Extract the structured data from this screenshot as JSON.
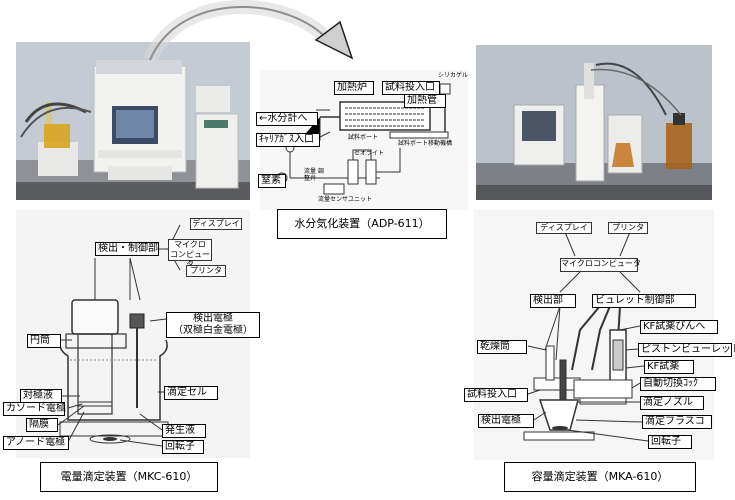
{
  "left": {
    "caption": "電量滴定装置（MKC-610）",
    "schematic": {
      "display": "ディスプレイ",
      "micro": "マイクロ コンピュータ",
      "printer": "プリンタ"
    },
    "labels": {
      "detect_control": "検出・制御部",
      "cylinder": "円筒",
      "detect_electrode": "検出電極",
      "detect_electrode_sub": "（双極白金電極）",
      "titration_cell": "滴定セル",
      "counter_solution": "対極液",
      "cathode": "カソード電極",
      "membrane": "隔膜",
      "generating_solution": "発生液",
      "anode": "アノード電極",
      "rotor": "回転子"
    }
  },
  "center": {
    "caption": "水分気化装置（ADP-611）",
    "labels": {
      "furnace": "加熱炉",
      "inlet": "試料投入口",
      "to_meter": "←水分計へ",
      "heating_tube": "加熱管",
      "carrier_inlet": "ｷｬﾘｱｶﾞｽ入口",
      "nitrogen": "窒素"
    },
    "small": {
      "silica": "シリカゲル",
      "sample_boat": "試料ボート",
      "boat_drive": "試料ボート移動機構",
      "zeolite": "ゼオライト",
      "flow_regulator": "流量 調整弁",
      "flow_sensor": "流量センサユニット"
    }
  },
  "right": {
    "caption": "容量滴定装置（MKA-610）",
    "schematic": {
      "display": "ディスプレイ",
      "printer": "プリンタ",
      "micro": "マイクロコンピュータ"
    },
    "labels": {
      "detector": "検出部",
      "burette_control": "ビュレット制御部",
      "kf_bottle": "KF試薬びんへ",
      "drying_tube": "乾燥筒",
      "piston_burette": "ピストンビューレット",
      "kf_reagent": "KF試薬",
      "auto_valve": "自動切換ｺｯｸ",
      "sample_inlet": "試料投入口",
      "nozzle": "滴定ノズル",
      "detect_electrode": "検出電極",
      "flask": "滴定フラスコ",
      "rotor": "回転子"
    }
  }
}
